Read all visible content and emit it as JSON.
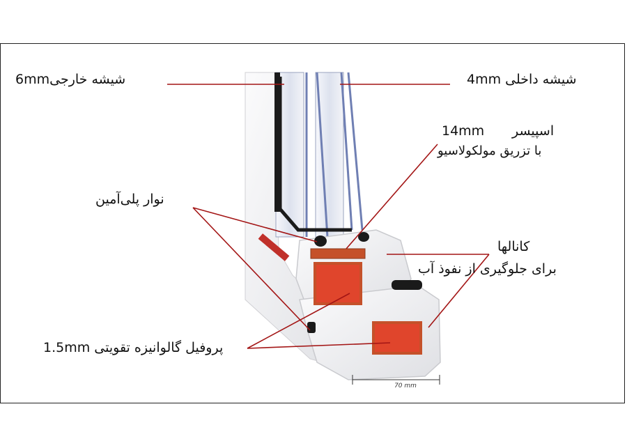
{
  "labels": {
    "outer_glass": "شیشه خارجی6mm",
    "inner_glass": "شیشه داخلی 4mm",
    "spacer_size": "14mm",
    "spacer_title": "اسپیسر",
    "spacer_desc": "با تزریق مولکولاسیو",
    "gasket": "نوار پلی‌آمین",
    "channels_title": "کانالها",
    "channels_desc": "برای جلوگیری از نفوذ آب",
    "steel_profile": "پروفیل گالوانیزه تقویتی 1.5mm",
    "dimension": "70 mm"
  },
  "colors": {
    "leader_line": "#a31515",
    "steel_core": "#c5512a",
    "steel_core_inner": "#e0452c",
    "pvc_profile": "#f2f2f4",
    "glass_edge": "#6f7fb3",
    "gasket": "#1a1a1a",
    "sticker": "#c0302a"
  }
}
